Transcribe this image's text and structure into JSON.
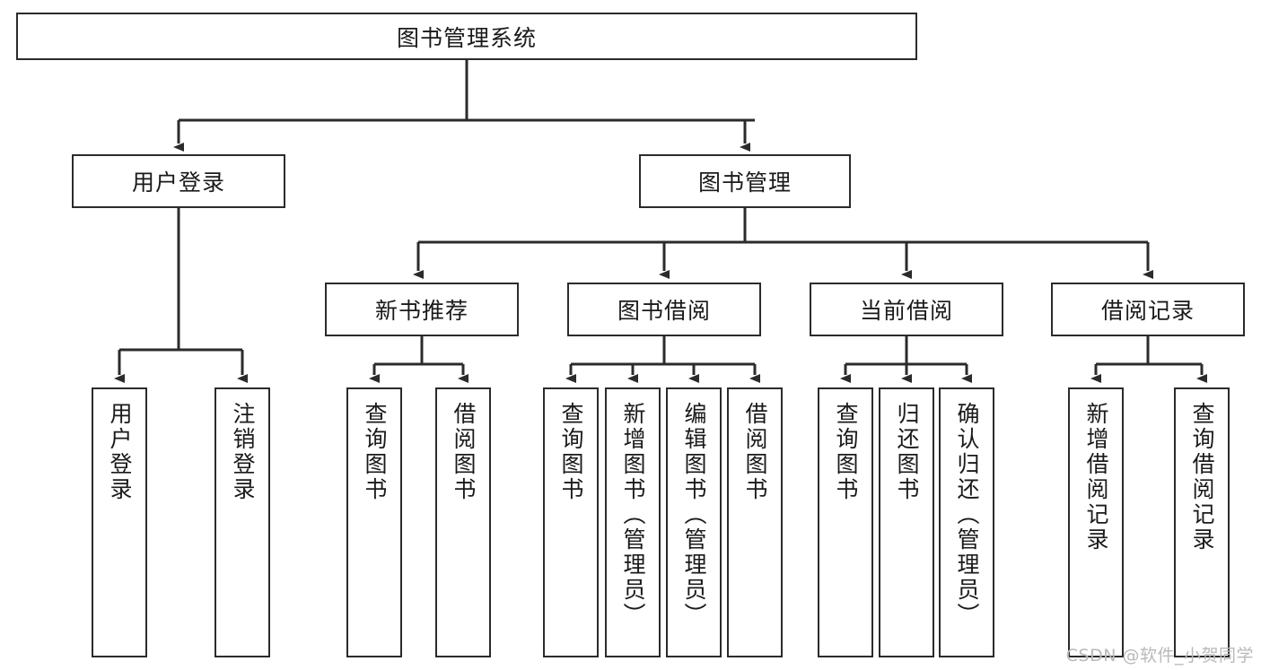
{
  "diagram": {
    "title": "图书管理系统",
    "type": "tree",
    "orientation": "top-down",
    "colors": {
      "border": "#2b2b2b",
      "fill": "#ffffff",
      "text": "#1a1a1a",
      "edge": "#2b2b2b",
      "watermark": "#b9b9b9"
    },
    "root": {
      "label": "图书管理系统"
    },
    "level2": [
      {
        "label": "用户登录"
      },
      {
        "label": "图书管理"
      }
    ],
    "level3": [
      {
        "label": "新书推荐"
      },
      {
        "label": "图书借阅"
      },
      {
        "label": "当前借阅"
      },
      {
        "label": "借阅记录"
      }
    ],
    "leaves": [
      {
        "label": "用户登录",
        "parent": "用户登录"
      },
      {
        "label": "注销登录",
        "parent": "用户登录"
      },
      {
        "label": "查询图书",
        "parent": "新书推荐"
      },
      {
        "label": "借阅图书",
        "parent": "新书推荐"
      },
      {
        "label": "查询图书",
        "parent": "图书借阅"
      },
      {
        "label": "新增图书（管理员）",
        "parent": "图书借阅"
      },
      {
        "label": "编辑图书（管理员）",
        "parent": "图书借阅"
      },
      {
        "label": "借阅图书",
        "parent": "图书借阅"
      },
      {
        "label": "查询图书",
        "parent": "当前借阅"
      },
      {
        "label": "归还图书",
        "parent": "当前借阅"
      },
      {
        "label": "确认归还（管理员）",
        "parent": "当前借阅"
      },
      {
        "label": "新增借阅记录",
        "parent": "借阅记录"
      },
      {
        "label": "查询借阅记录",
        "parent": "借阅记录"
      }
    ]
  },
  "watermark": {
    "text": "CSDN @软件_小贺同学"
  }
}
